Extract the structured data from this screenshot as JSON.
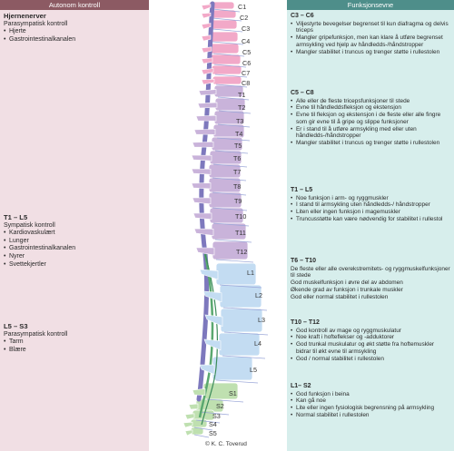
{
  "left": {
    "header": "Autonom kontroll",
    "sections": [
      {
        "title": "Hjernenerver",
        "subtitle": "Parasympatisk kontroll",
        "items": [
          "Hjerte",
          "Gastrointestinalkanalen"
        ]
      },
      {
        "title": "T1 – L5",
        "subtitle": "Sympatisk kontroll",
        "items": [
          "Kardiovaskulært",
          "Lunger",
          "Gastrointestinalkanalen",
          "Nyrer",
          "Svettekjertler"
        ]
      },
      {
        "title": "L5 – S3",
        "subtitle": "Parasympatisk kontroll",
        "items": [
          "Tarm",
          "Blære"
        ]
      }
    ]
  },
  "right": {
    "header": "Funksjonsevne",
    "sections": [
      {
        "title": "C3 – C6",
        "items": [
          "Viljestyrte bevegelser begrenset til kun diafragma og delvis triceps",
          "Mangler gripefunksjon, men kan klare å utføre begrenset armsykling ved hjelp av håndledds-/håndstropper",
          "Mangler stabilitet i truncus og trenger støtte i rullestolen"
        ]
      },
      {
        "title": "C5 – C8",
        "items": [
          "Alle eller de fleste tricepsfunksjoner til stede",
          "Evne til håndleddsfleksjon og ekstensjon",
          "Evne til fleksjon og ekstensjon i de fleste eller alle fingre som gir evne til å gripe og slippe funksjoner",
          "Er i stand til å utføre armsykling med  eller uten håndledds-/håndstropper",
          "Mangler stabilitet i truncus og trenger støtte i rullestolen"
        ]
      },
      {
        "title": "T1 – L5",
        "items": [
          "Noe funksjon i arm- og ryggmuskler",
          "I stand til armsykling uten håndledds-/ håndstropper",
          "Liten eller ingen funksjon i magemuskler",
          "Truncusstøtte kan være nødvendig for stabilitet i rullestol"
        ]
      },
      {
        "title": "T6 – T10",
        "lines": [
          "De fleste eller alle overekstremitets- og ryggmuskelfunksjoner til stede",
          "God muskelfunksjon i øvre del av abdomen",
          "Økende grad av funksjon i trunkale muskler",
          "God eller normal stabilitet i rullestolen"
        ]
      },
      {
        "title": "T10 – T12",
        "items": [
          "God kontroll av mage og ryggmuskulatur",
          "Noe kraft i hofteflekser og -adduktorer",
          "God trunkal muskulatur og økt støtte fra hoftemuskler bidrar til økt evne til armsykling",
          "God / normal stabilitet i rullestolen"
        ]
      },
      {
        "title": "L1– S2",
        "items": [
          "God funksjon i beina",
          "Kan gå noe",
          "Lite eller ingen fysiologisk begrensning på armsykling",
          "Normal stabilitet i rullestolen"
        ]
      }
    ]
  },
  "spine": {
    "cervical": [
      "C1",
      "C2",
      "C3",
      "C4",
      "C5",
      "C6",
      "C7",
      "C8"
    ],
    "thoracic": [
      "T1",
      "T2",
      "T3",
      "T4",
      "T5",
      "T6",
      "T7",
      "T8",
      "T9",
      "T10",
      "T11",
      "T12"
    ],
    "lumbar": [
      "L1",
      "L2",
      "L3",
      "L4",
      "L5"
    ],
    "sacral": [
      "S1",
      "S2",
      "S3",
      "S4",
      "S5"
    ],
    "colors": {
      "cervical": "#f2a9c8",
      "thoracic": "#c9b3da",
      "lumbar": "#c3dcf2",
      "sacral": "#bfe0b0",
      "cord": "#7d78bd"
    }
  },
  "copyright": "© K. C. Toverud"
}
